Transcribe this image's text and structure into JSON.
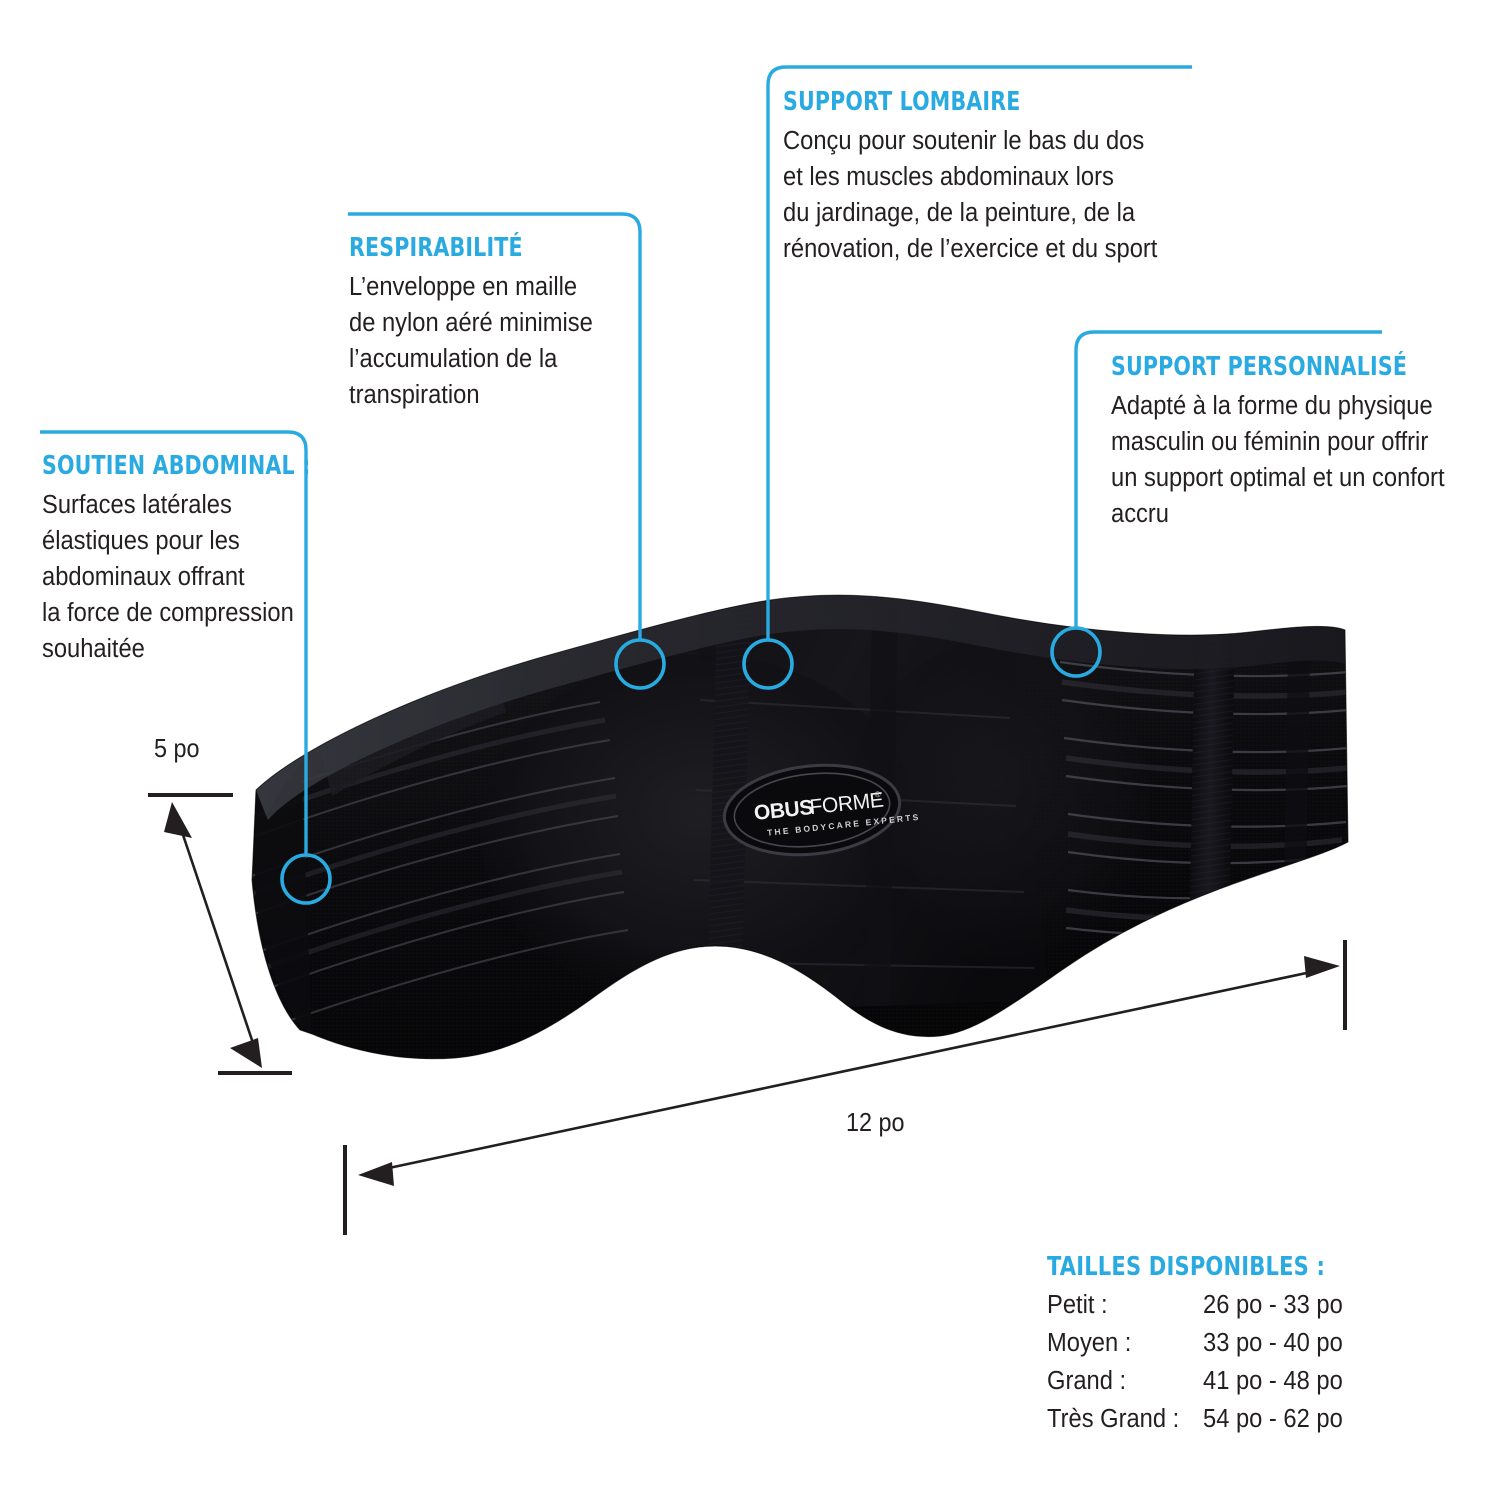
{
  "colors": {
    "accent": "#29AAE1",
    "text": "#231f20",
    "background": "#ffffff",
    "product_dark": "#0a0a0c"
  },
  "callouts": [
    {
      "id": "soutien-abdominal",
      "title": "SOUTIEN ABDOMINAL :",
      "lines": [
        "Surfaces latérales",
        "élastiques pour les",
        "abdominaux offrant",
        "la force de compression",
        "souhaitée"
      ]
    },
    {
      "id": "respirabilite",
      "title": "RESPIRABILITÉ",
      "lines": [
        "L’enveloppe en maille",
        "de nylon aéré minimise",
        "l’accumulation de la",
        "transpiration"
      ]
    },
    {
      "id": "support-lombaire",
      "title": "SUPPORT LOMBAIRE",
      "lines": [
        "Conçu pour soutenir le bas du dos",
        "et les muscles abdominaux lors",
        "du jardinage, de la peinture, de la",
        "rénovation, de l’exercice et du sport"
      ]
    },
    {
      "id": "support-personnalise",
      "title": "SUPPORT PERSONNALISÉ",
      "lines": [
        "Adapté à la forme du physique",
        "masculin ou féminin pour offrir",
        "un support optimal et un confort",
        "accru"
      ]
    }
  ],
  "dimensions": {
    "height_label": "5 po",
    "width_label": "12 po"
  },
  "sizes": {
    "title": "TAILLES DISPONIBLES  :",
    "rows": [
      {
        "label": "Petit :",
        "range": "26 po - 33 po"
      },
      {
        "label": "Moyen :",
        "range": "33 po - 40 po"
      },
      {
        "label": "Grand :",
        "range": "41 po - 48 po"
      },
      {
        "label": "Très Grand :",
        "range": "54 po - 62 po"
      }
    ]
  },
  "product": {
    "brand_primary": "OBUS",
    "brand_secondary": "FORME",
    "brand_tagline": "THE BODYCARE EXPERTS",
    "brand_reg": "®"
  }
}
